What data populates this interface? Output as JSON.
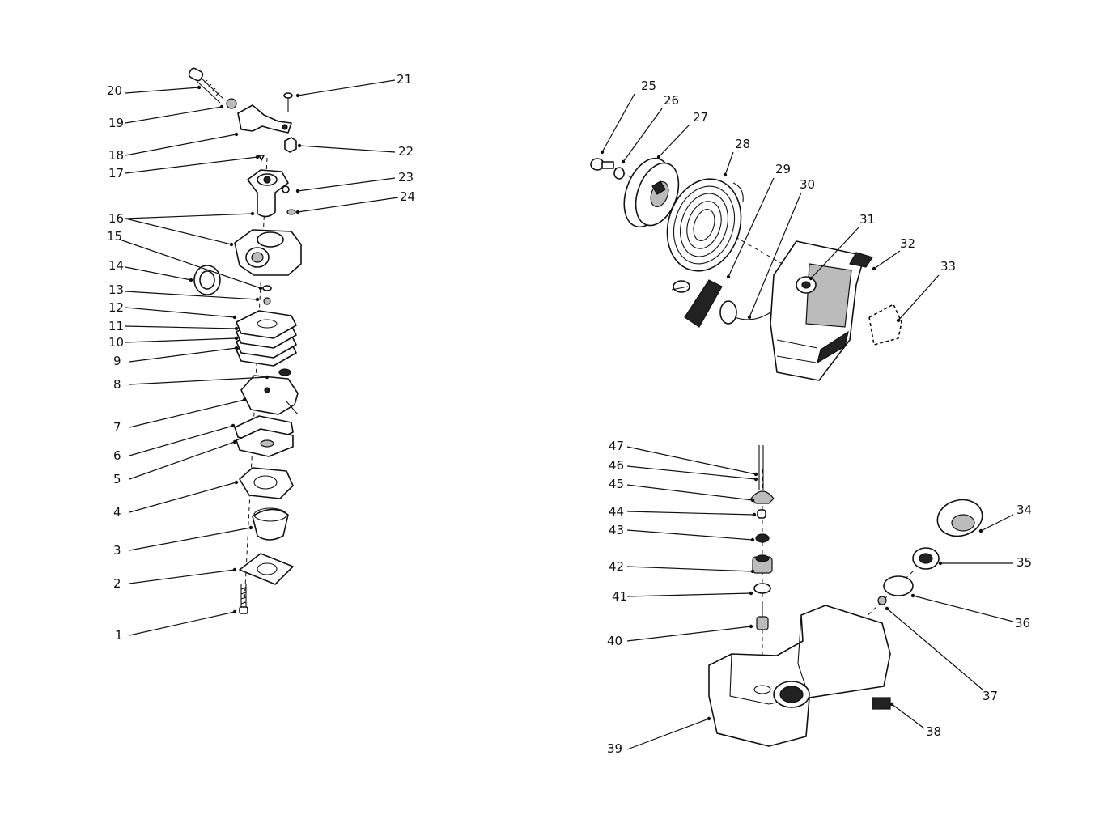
{
  "callouts": {
    "c1": "1",
    "c2": "2",
    "c3": "3",
    "c4": "4",
    "c5": "5",
    "c6": "6",
    "c7": "7",
    "c8": "8",
    "c9": "9",
    "c10": "10",
    "c11": "11",
    "c12": "12",
    "c13": "13",
    "c14": "14",
    "c15": "15",
    "c16": "16",
    "c17": "17",
    "c18": "18",
    "c19": "19",
    "c20": "20",
    "c21": "21",
    "c22": "22",
    "c23": "23",
    "c24": "24",
    "c25": "25",
    "c26": "26",
    "c27": "27",
    "c28": "28",
    "c29": "29",
    "c30": "30",
    "c31": "31",
    "c32": "32",
    "c33": "33",
    "c34": "34",
    "c35": "35",
    "c36": "36",
    "c37": "37",
    "c38": "38",
    "c39": "39",
    "c40": "40",
    "c41": "41",
    "c42": "42",
    "c43": "43",
    "c44": "44",
    "c45": "45",
    "c46": "46",
    "c47": "47"
  }
}
